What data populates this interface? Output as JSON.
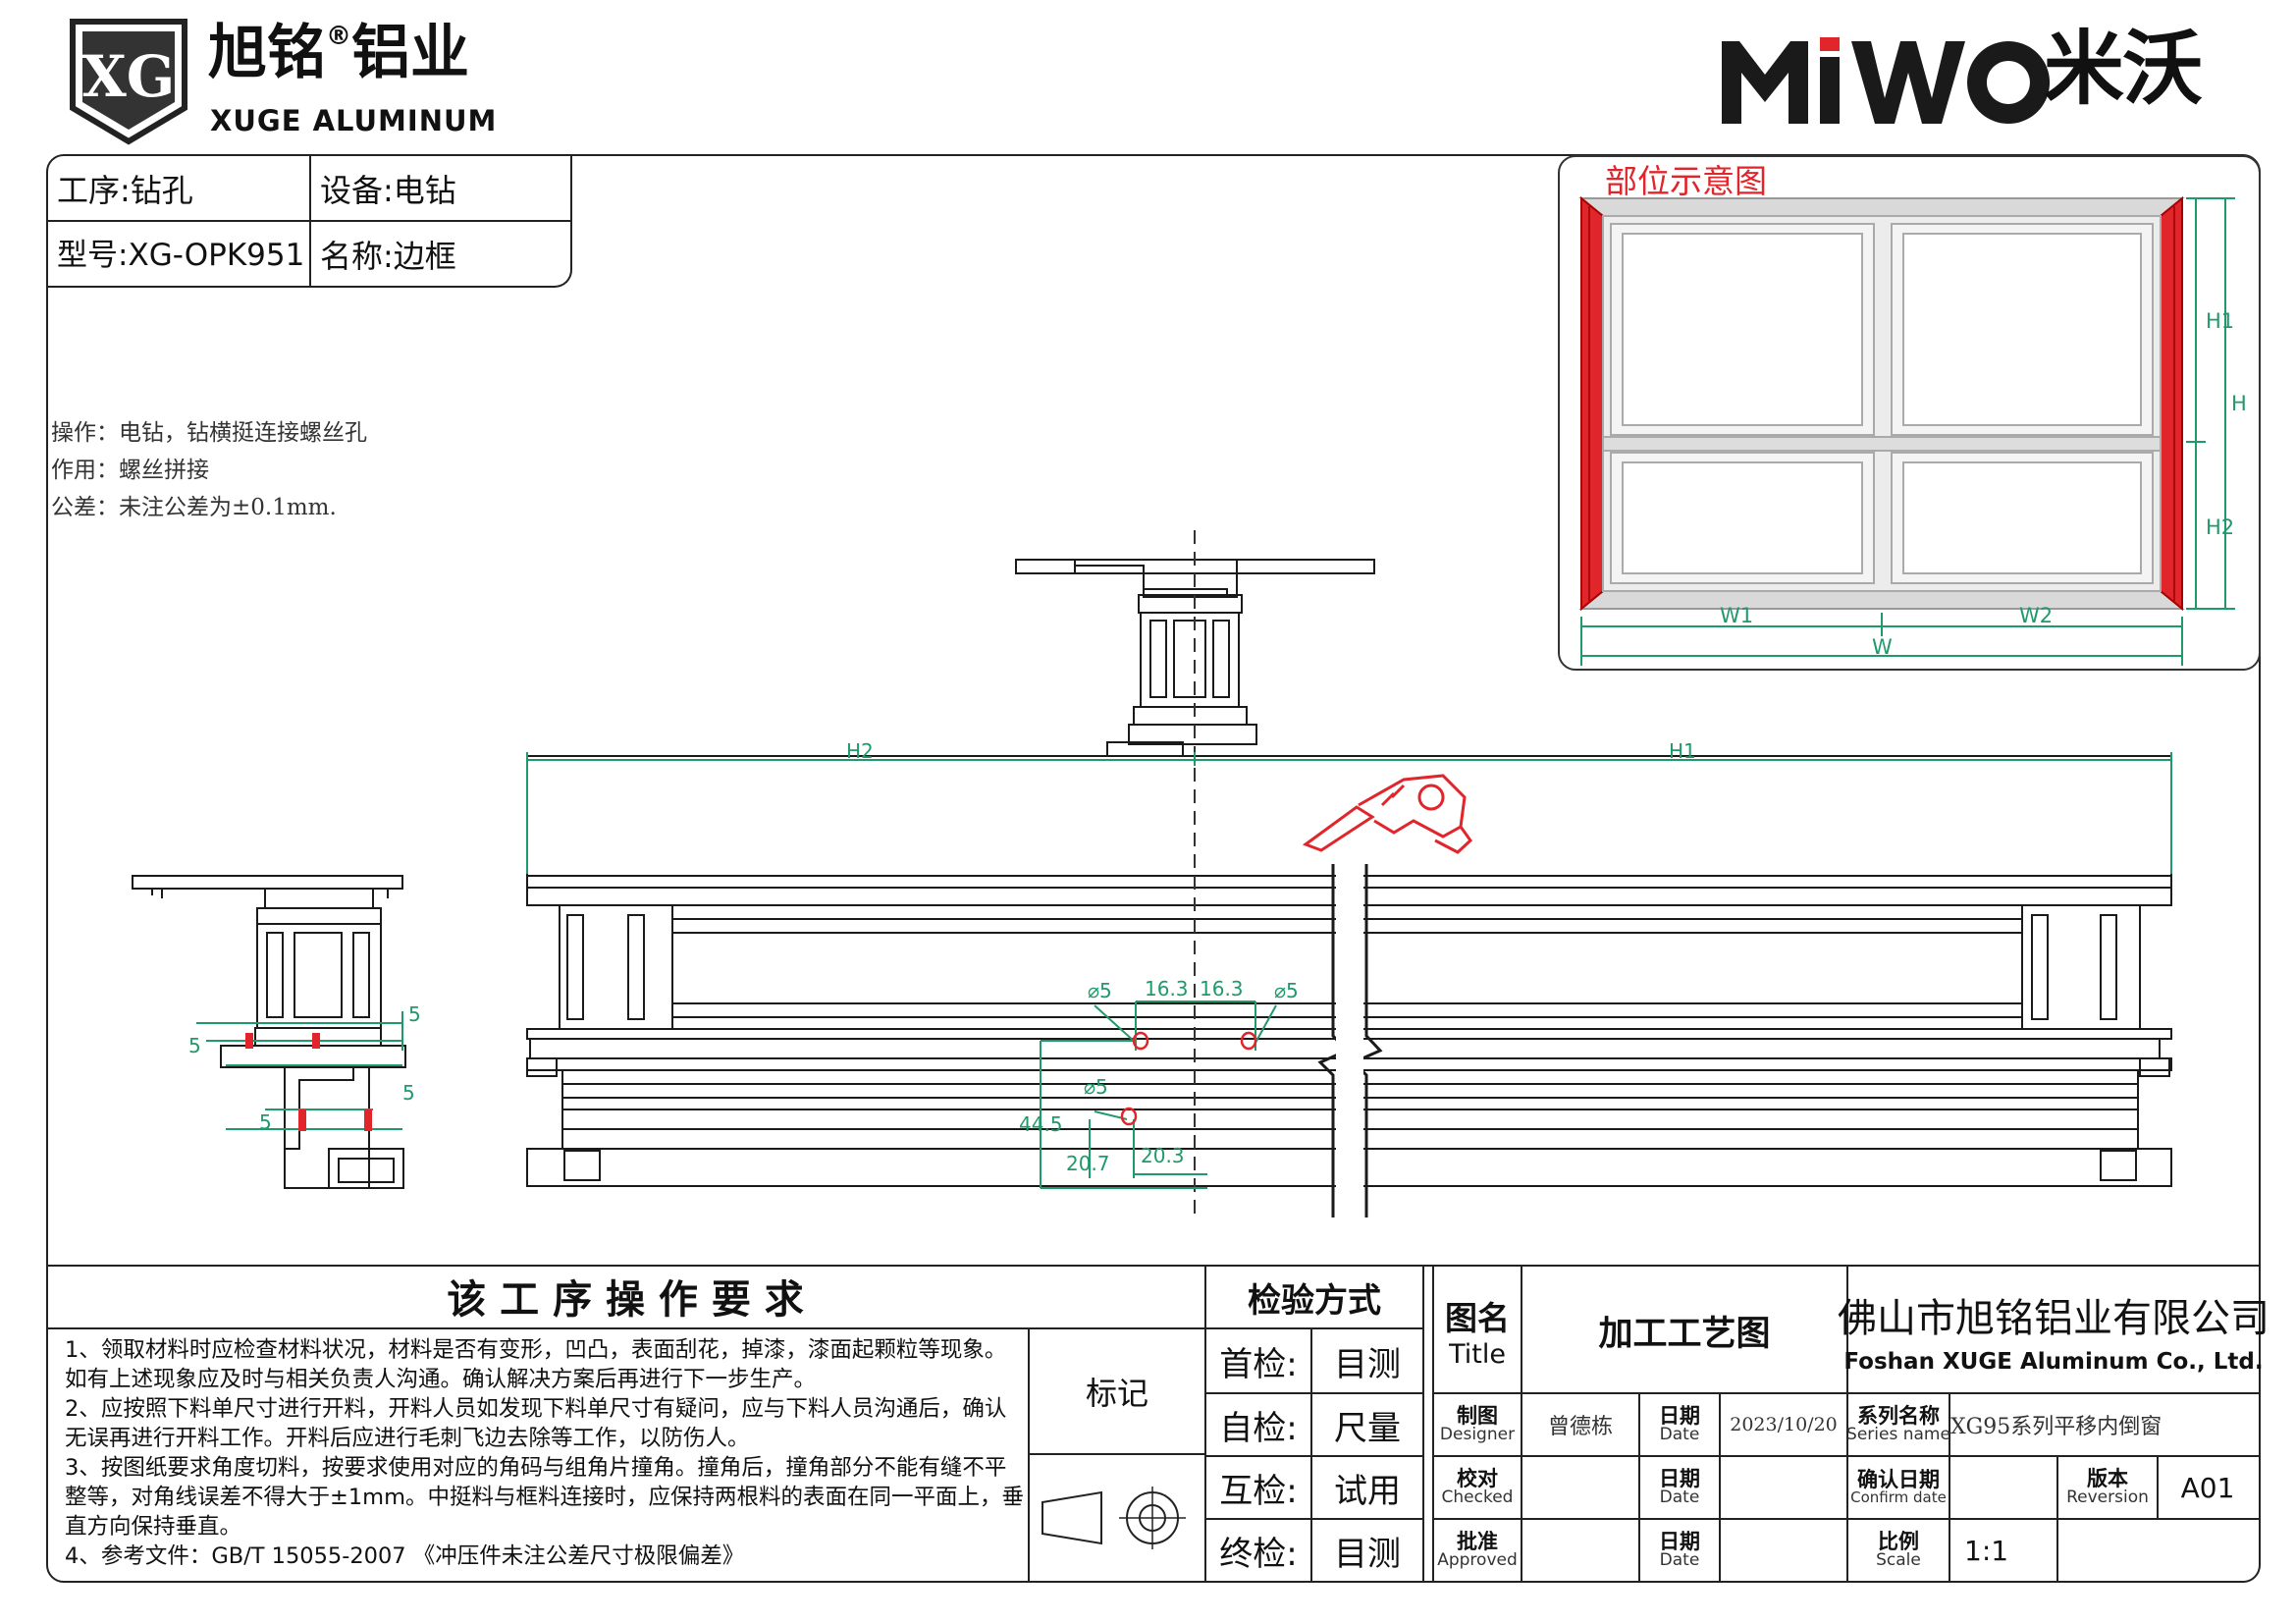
{
  "logo_left": {
    "emblem": "XG",
    "name_cn": "旭铭",
    "reg_mark": "®",
    "name_cn_2": "铝业",
    "name_en": "XUGE ALUMINUM"
  },
  "logo_right": {
    "latin": "MIWO",
    "chinese": "米沃"
  },
  "header": {
    "process_label": "工序:",
    "process_value": "钻孔",
    "equipment_label": "设备:",
    "equipment_value": "电钻",
    "model_label": "型号:",
    "model_value": "XG-OPK951",
    "name_label": "名称:",
    "name_value": "边框"
  },
  "notes": [
    "操作：电钻，钻横挺连接螺丝孔",
    "作用：螺丝拼接",
    "公差：未注公差为±0.1mm."
  ],
  "position_diagram": {
    "title": "部位示意图",
    "labels": {
      "h1": "H1",
      "h": "H",
      "h2": "H2",
      "w1": "W1",
      "w2": "W2",
      "w": "W"
    }
  },
  "drawing": {
    "dim_h2": "H2",
    "dim_h1": "H1",
    "hole_left": "⌀5",
    "hole_right": "⌀5",
    "hole_bottom": "⌀5",
    "d_16_3_a": "16.3",
    "d_16_3_b": "16.3",
    "d_44_5": "44.5",
    "d_20_7": "20.7",
    "d_20_3": "20.3",
    "side_5_a": "5",
    "side_5_b": "5",
    "side_5_c": "5",
    "side_5_d": "5"
  },
  "requirements": {
    "title": "该 工 序 操 作 要 求",
    "items": [
      "1、领取材料时应检查材料状况，材料是否有变形，凹凸，表面刮花，掉漆，漆面起颗粒等现象。",
      "如有上述现象应及时与相关负责人沟通。确认解决方案后再进行下一步生产。",
      "2、应按照下料单尺寸进行开料，开料人员如发现下料单尺寸有疑问，应与下料人员沟通后，确认",
      "无误再进行开料工作。开料后应进行毛刺飞边去除等工作，以防伤人。",
      "3、按图纸要求角度切料，按要求使用对应的角码与组角片撞角。撞角后，撞角部分不能有缝不平",
      "整等，对角线误差不得大于±1mm。中挺料与框料连接时，应保持两根料的表面在同一平面上，垂",
      "直方向保持垂直。",
      "4、参考文件：GB/T 15055-2007 《冲压件未注公差尺寸极限偏差》"
    ],
    "mark_label": "标记"
  },
  "inspection": {
    "title": "检验方式",
    "rows": [
      {
        "label": "首检:",
        "value": "目测"
      },
      {
        "label": "自检:",
        "value": "尺量"
      },
      {
        "label": "互检:",
        "value": "试用"
      },
      {
        "label": "终检:",
        "value": "目测"
      }
    ]
  },
  "title_block": {
    "title_cn": "图名",
    "title_en": "Title",
    "title_value": "加工工艺图",
    "company_cn": "佛山市旭铭铝业有限公司",
    "company_en": "Foshan XUGE Aluminum Co., Ltd.",
    "designer_cn": "制图",
    "designer_en": "Designer",
    "designer_value": "曾德栋",
    "date_cn": "日期",
    "date_en": "Date",
    "date_value": "2023/10/20",
    "series_cn": "系列名称",
    "series_en": "Series name",
    "series_value": "XG95系列平移内倒窗",
    "checked_cn": "校对",
    "checked_en": "Checked",
    "confirm_cn": "确认日期",
    "confirm_en": "Confirm date",
    "revision_cn": "版本",
    "revision_en": "Reversion",
    "revision_value": "A01",
    "approved_cn": "批准",
    "approved_en": "Approved",
    "scale_cn": "比例",
    "scale_en": "Scale",
    "scale_value": "1:1"
  },
  "colors": {
    "line": "#222222",
    "dimension": "#1f9a6a",
    "highlight": "#e0252b",
    "frame_grey": "#c8c8c8"
  }
}
